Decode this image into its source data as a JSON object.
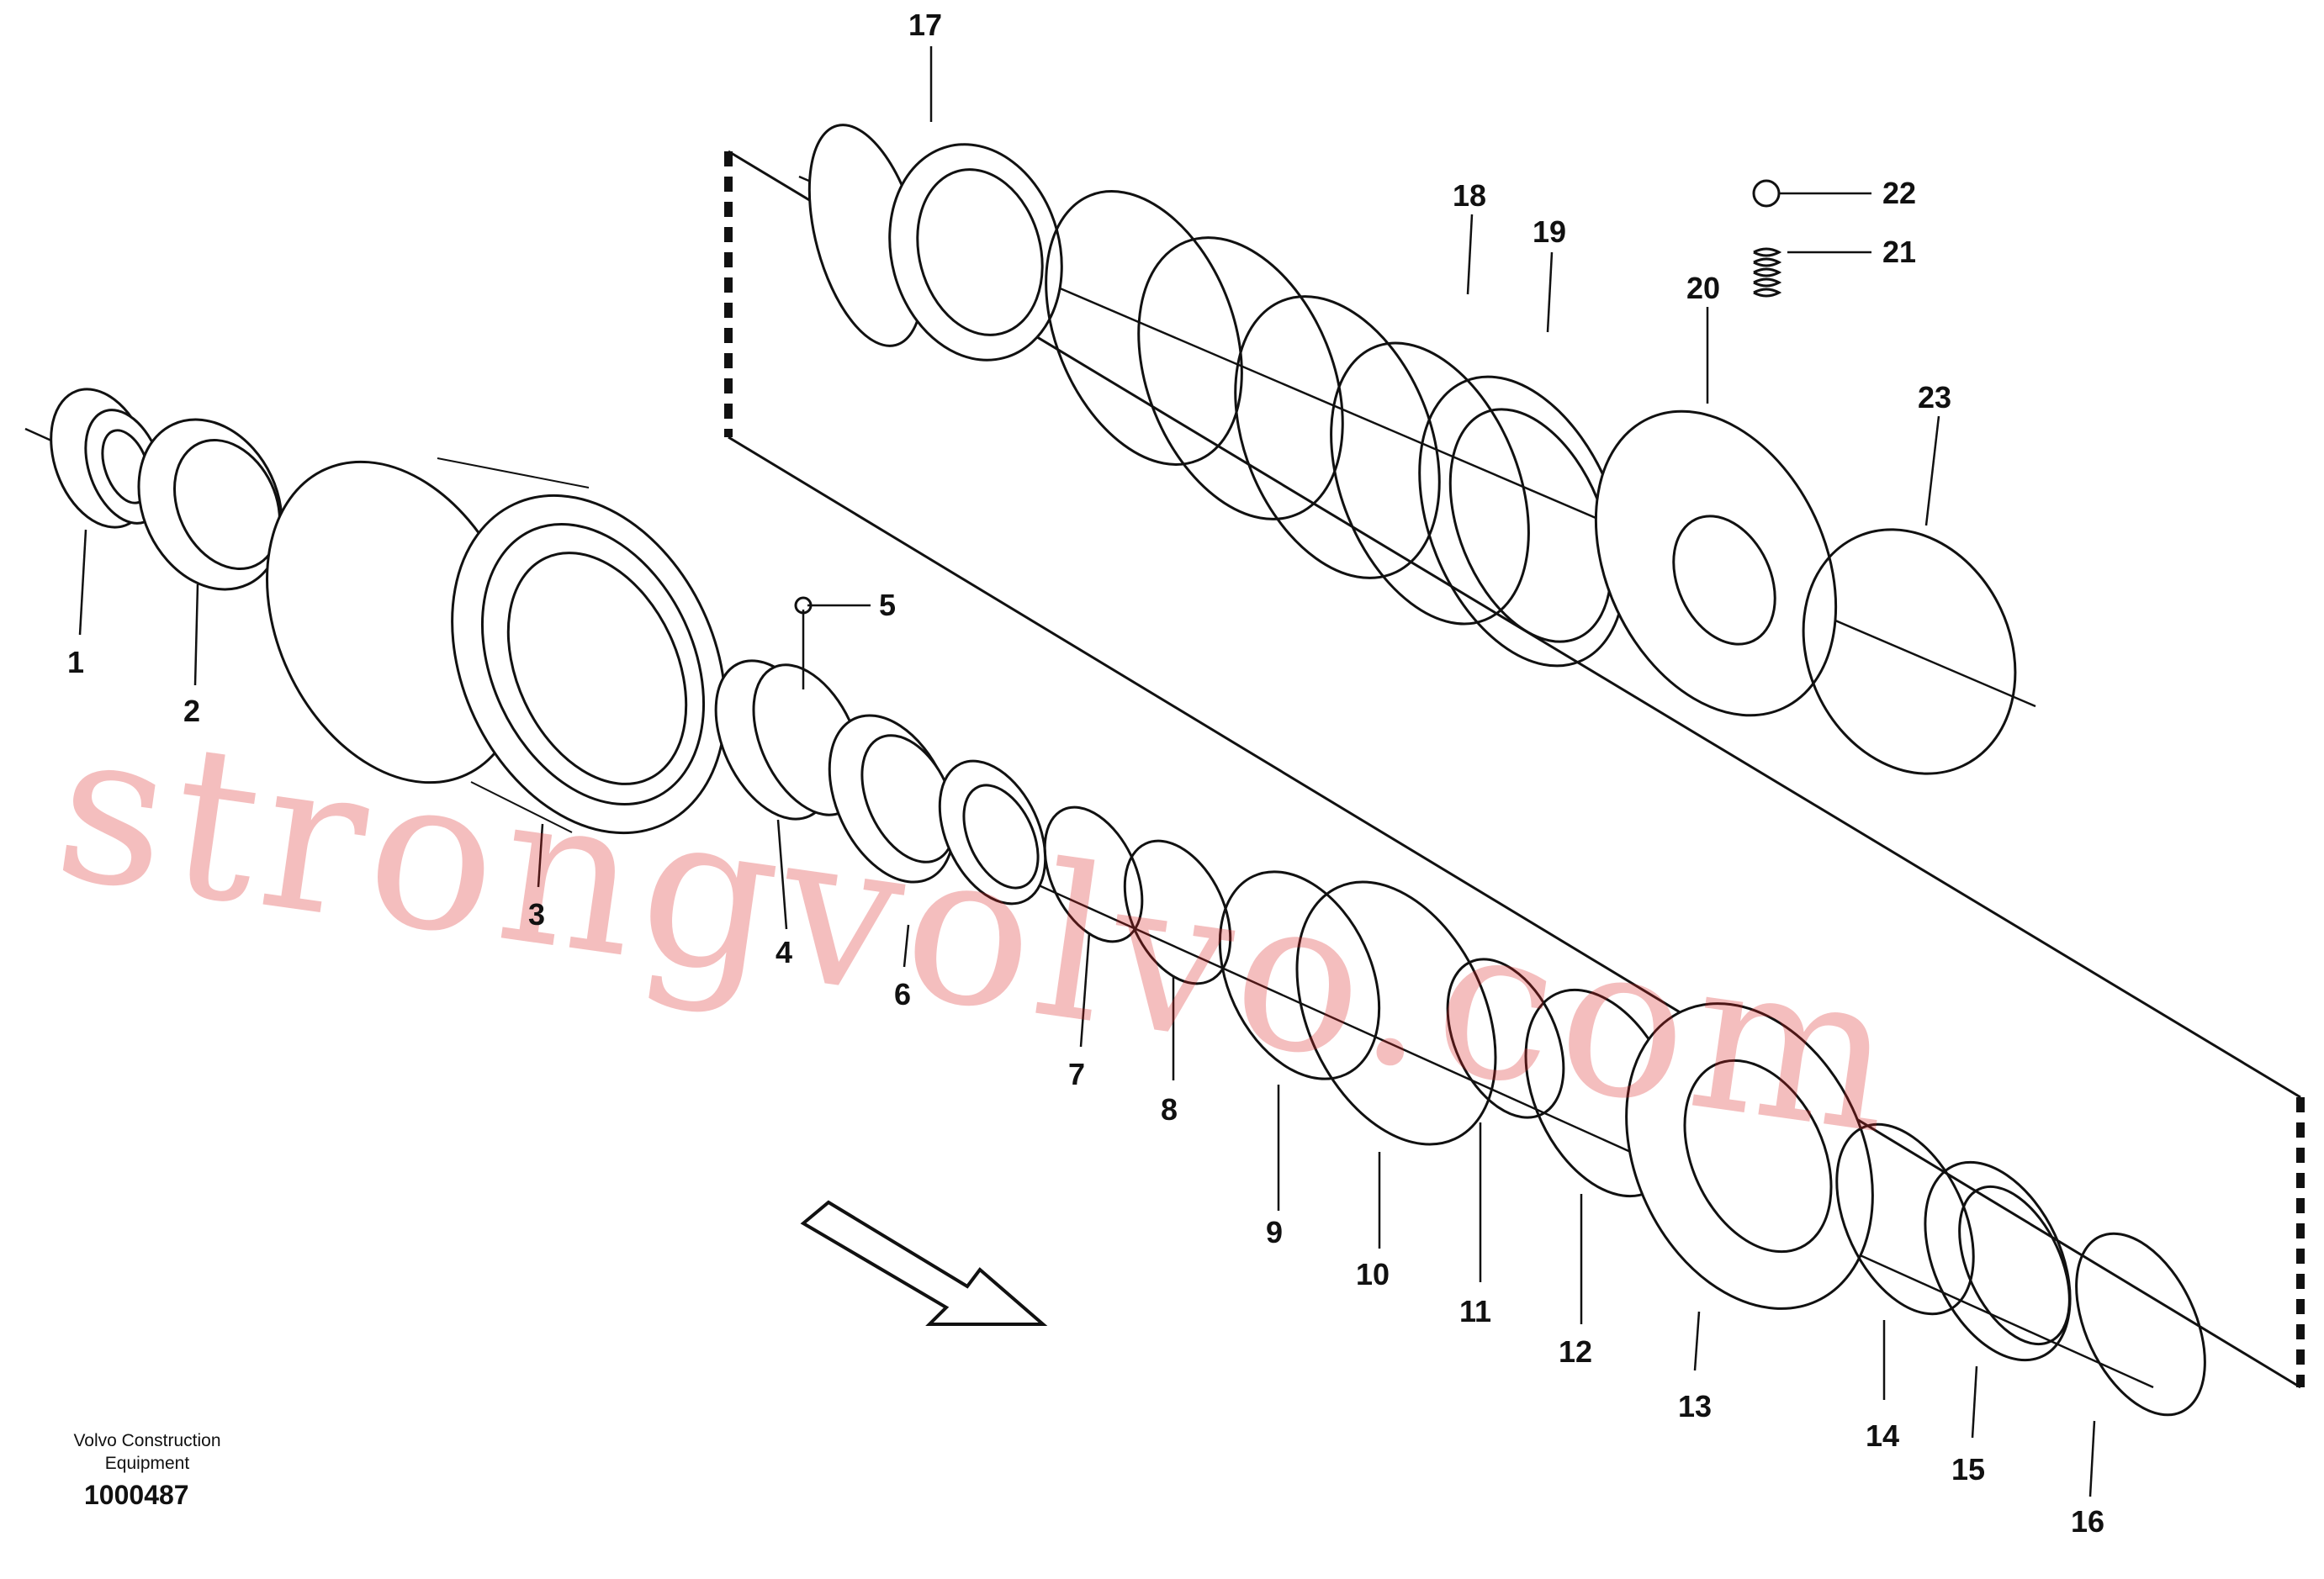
{
  "diagram": {
    "callouts": [
      "1",
      "2",
      "3",
      "4",
      "5",
      "6",
      "7",
      "8",
      "9",
      "10",
      "11",
      "12",
      "13",
      "14",
      "15",
      "16",
      "17",
      "18",
      "19",
      "20",
      "21",
      "22",
      "23"
    ]
  },
  "watermark": {
    "text": "strongvolvo.com"
  },
  "footer": {
    "company_line1": "Volvo Construction",
    "company_line2": "Equipment",
    "document_number": "1000487"
  }
}
